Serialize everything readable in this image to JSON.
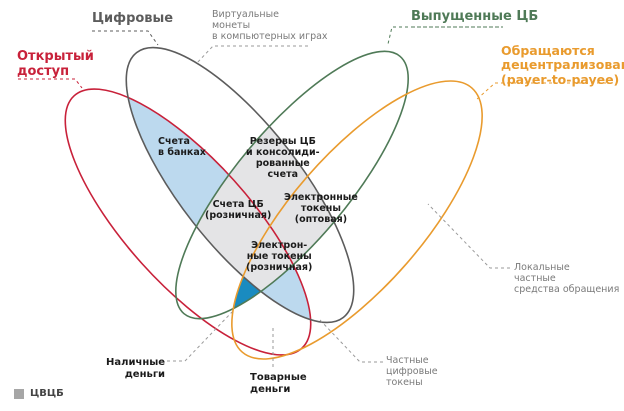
{
  "colors": {
    "open_access": "#c8213a",
    "digital": "#5c5c5c",
    "cb_issued": "#4f7a57",
    "decentralized": "#e99b2e",
    "fill_bank_accounts": "#bcd9ee",
    "fill_cbdc": "#e4e4e6",
    "fill_cash_region": "#1a8bc0",
    "leader": "#9a9a9a",
    "legend_swatch": "#a6a6a6"
  },
  "sets": {
    "open_access": [
      "Открытый",
      "доступ"
    ],
    "digital": [
      "Цифровые"
    ],
    "cb_issued": [
      "Выпущенные ЦБ"
    ],
    "decentralized": [
      "Обращаются",
      "децентрализованно",
      "(payer-to-payee)"
    ]
  },
  "regions": {
    "bank_accounts": [
      "Счета",
      "в банках"
    ],
    "cb_reserves": [
      "Резервы ЦБ",
      "и консолиди-",
      "рованные",
      "счета"
    ],
    "cb_accounts_retail": [
      "Счета ЦБ",
      "(розничная)"
    ],
    "e_tokens_wholesale": [
      "Электронные",
      "токены",
      "(оптовая)"
    ],
    "e_tokens_retail": [
      "Электрон-",
      "ные токены",
      "(розничная)"
    ]
  },
  "notes": {
    "virtual_coins": [
      "Виртуальные",
      "монеты",
      "в компьютерных играх"
    ],
    "local_private": [
      "Локальные",
      "частные",
      "средства обращения"
    ],
    "private_tokens": [
      "Частные",
      "цифровые",
      "токены"
    ]
  },
  "outer_labels": {
    "cash": [
      "Наличные",
      "деньги"
    ],
    "commodity": [
      "Товарные",
      "деньги"
    ]
  },
  "legend": {
    "label": "ЦВЦБ"
  }
}
